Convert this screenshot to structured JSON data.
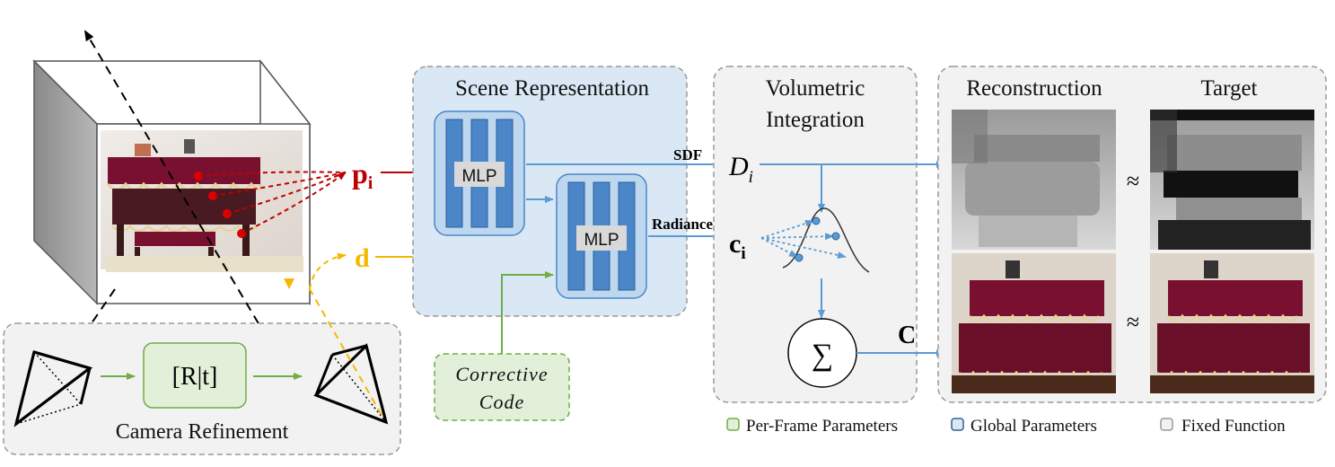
{
  "camera_refinement": {
    "title": "Camera Refinement",
    "pose_label": "[R|t]"
  },
  "scene_representation": {
    "title": "Scene Representation",
    "mlp1_label": "MLP",
    "mlp2_label": "MLP"
  },
  "corrective_code": {
    "line1": "Corrective",
    "line2": "Code"
  },
  "volumetric_integration": {
    "title_line1": "Volumetric",
    "title_line2": "Integration",
    "sum_symbol": "∑"
  },
  "signals": {
    "point": "p",
    "point_sub": "i",
    "direction": "d",
    "sdf_label": "SDF",
    "radiance_label": "Radiance",
    "depth": "D",
    "depth_sub": "i",
    "color": "c",
    "color_sub": "i",
    "final_color": "C"
  },
  "comparison": {
    "reconstruction_title": "Reconstruction",
    "target_title": "Target",
    "approx_top": "≈",
    "approx_bottom": "≈"
  },
  "legend": {
    "per_frame": "Per-Frame Parameters",
    "global": "Global Parameters",
    "fixed": "Fixed Function"
  },
  "colors": {
    "point_red": "#c00000",
    "direction_yellow": "#f5b800",
    "blue_arrow": "#5b9bd5",
    "green_arrow": "#70ad47",
    "scene_bg": "#dae8f5",
    "panel_bg": "#f2f2f2",
    "green_box": "#e2f0d9",
    "mlp_bar": "#4a86c8"
  }
}
